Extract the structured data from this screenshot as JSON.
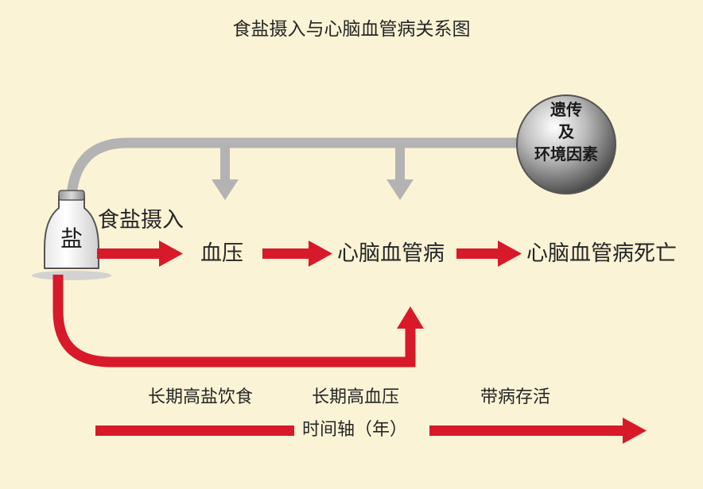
{
  "title": "食盐摄入与心脑血管病关系图",
  "factor_badge": {
    "line1": "遗传",
    "line2": "及",
    "line3": "环境因素"
  },
  "salt_shaker": {
    "label": "盐"
  },
  "flow": {
    "intake_label": "食盐摄入",
    "blood_pressure": "血压",
    "cvd": "心脑血管病",
    "cvd_death": "心脑血管病死亡"
  },
  "timeline": {
    "stage1": "长期高盐饮食",
    "stage2": "长期高血压",
    "stage3": "带病存活",
    "axis_label": "时间轴（年）"
  },
  "colors": {
    "background": "#fbf3d5",
    "arrow_red": "#d8192a",
    "arrow_gray": "#b3b3b3",
    "text": "#262626"
  }
}
